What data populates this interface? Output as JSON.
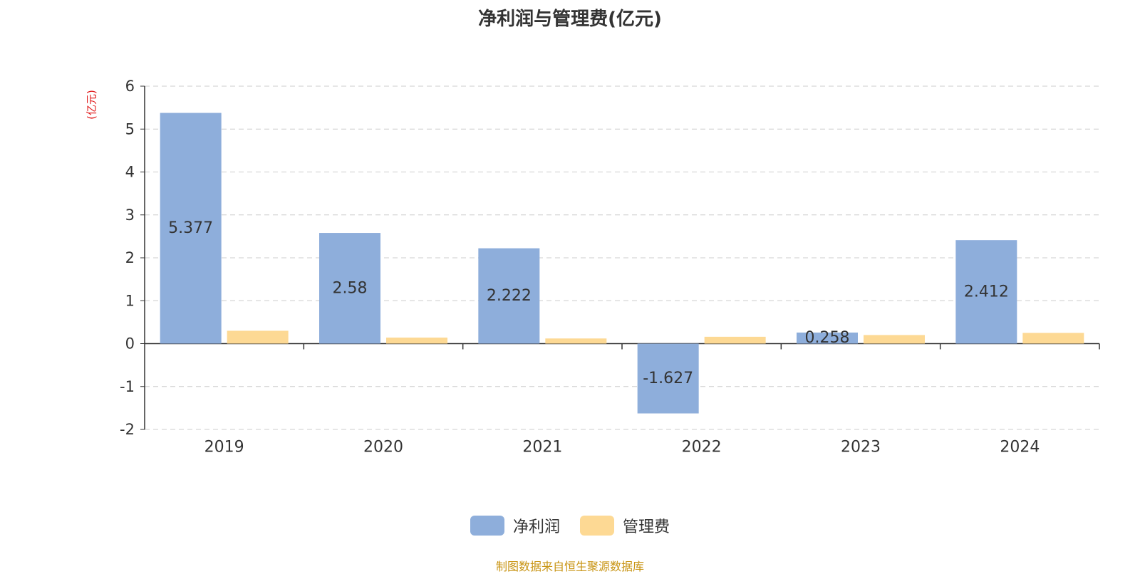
{
  "chart_data": {
    "type": "bar",
    "title": "净利润与管理费(亿元)",
    "y_unit": "(亿元)",
    "categories": [
      "2019",
      "2020",
      "2021",
      "2022",
      "2023",
      "2024"
    ],
    "series": [
      {
        "name": "净利润",
        "color": "#8eaedb",
        "values": [
          5.377,
          2.58,
          2.222,
          -1.627,
          0.258,
          2.412
        ],
        "labels": [
          "5.377",
          "2.58",
          "2.222",
          "-1.627",
          "0.258",
          "2.412"
        ]
      },
      {
        "name": "管理费",
        "color": "#fdd994",
        "values": [
          0.3,
          0.14,
          0.12,
          0.16,
          0.2,
          0.25
        ]
      }
    ],
    "ylim": [
      -2,
      6
    ],
    "yticks": [
      -2,
      -1,
      0,
      1,
      2,
      3,
      4,
      5,
      6
    ],
    "grid": true,
    "legend_position": "bottom"
  },
  "footer": {
    "source": "制图数据来自恒生聚源数据库"
  }
}
